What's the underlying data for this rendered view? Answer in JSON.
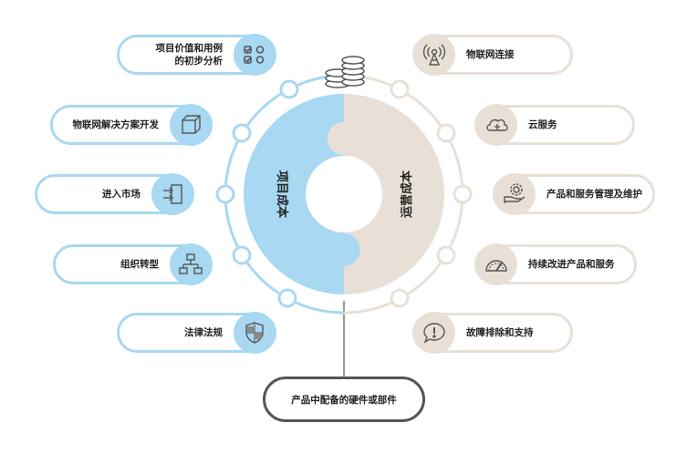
{
  "center": {
    "left_label": "项目成本",
    "right_label": "运营成本"
  },
  "left_items": [
    {
      "label_lines": [
        "项目价值和用例",
        "的初步分析"
      ],
      "icon": "checklist-icon"
    },
    {
      "label_lines": [
        "物联网解决方案开发"
      ],
      "icon": "cube-icon"
    },
    {
      "label_lines": [
        "进入市场"
      ],
      "icon": "market-entry-icon"
    },
    {
      "label_lines": [
        "组织转型"
      ],
      "icon": "org-chart-icon"
    },
    {
      "label_lines": [
        "法律法规"
      ],
      "icon": "shield-icon"
    }
  ],
  "right_items": [
    {
      "label_lines": [
        "物联网连接"
      ],
      "icon": "antenna-icon"
    },
    {
      "label_lines": [
        "云服务"
      ],
      "icon": "cloud-plus-icon"
    },
    {
      "label_lines": [
        "产品和服务管理及维护"
      ],
      "icon": "gear-hand-icon"
    },
    {
      "label_lines": [
        "持续改进产品和服务"
      ],
      "icon": "gauge-icon"
    },
    {
      "label_lines": [
        "故障排除和支持"
      ],
      "icon": "alert-bubble-icon"
    }
  ],
  "bottom": {
    "label": "产品中配备的硬件或部件"
  },
  "top_icon": "coin-stack-icon",
  "colors": {
    "blue": "#a8d8f2",
    "tan": "#e8e0d6",
    "icon_stroke": "#555555",
    "border_dark": "#555555"
  }
}
